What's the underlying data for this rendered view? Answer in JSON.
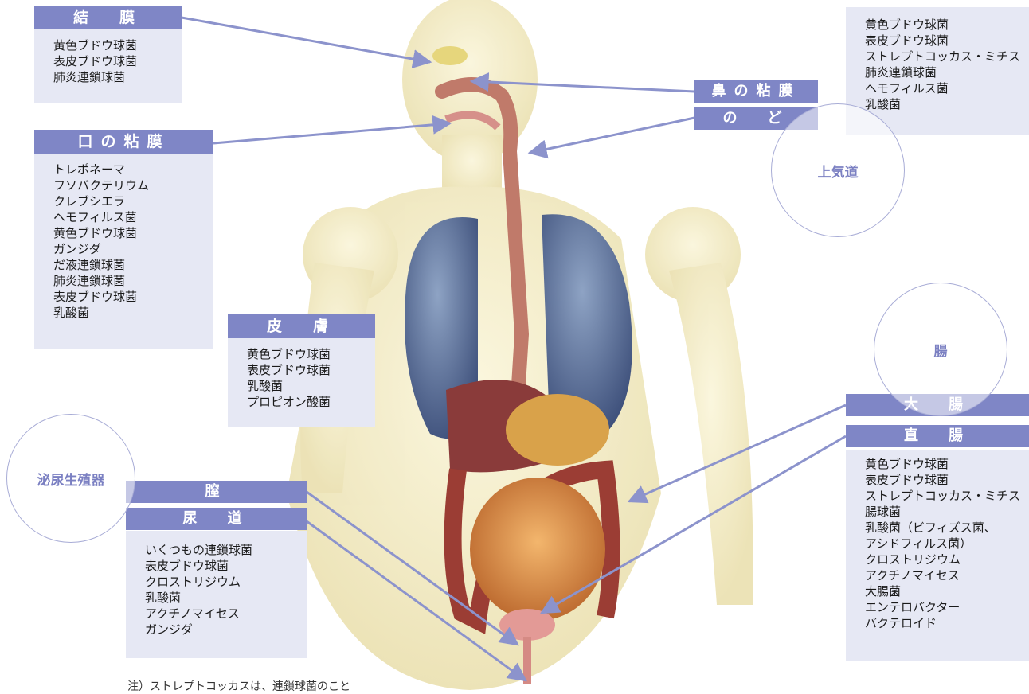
{
  "regions": {
    "conjunctiva": {
      "title": "結　膜",
      "items": [
        "黄色ブドウ球菌",
        "表皮ブドウ球菌",
        "肺炎連鎖球菌"
      ]
    },
    "mouth": {
      "title": "口の粘膜",
      "items": [
        "トレポネーマ",
        "フソバクテリウム",
        "クレブシエラ",
        "ヘモフィルス菌",
        "黄色ブドウ球菌",
        "ガンジダ",
        "だ液連鎖球菌",
        "肺炎連鎖球菌",
        "表皮ブドウ球菌",
        "乳酸菌"
      ]
    },
    "upper_airway": {
      "items": [
        "黄色ブドウ球菌",
        "表皮ブドウ球菌",
        "ストレプトコッカス・ミチス",
        "肺炎連鎖球菌",
        "ヘモフィルス菌",
        "乳酸菌"
      ]
    },
    "skin": {
      "title": "皮　膚",
      "items": [
        "黄色ブドウ球菌",
        "表皮ブドウ球菌",
        "乳酸菌",
        "プロピオン酸菌"
      ]
    },
    "urogenital": {
      "items": [
        "いくつもの連鎖球菌",
        "表皮ブドウ球菌",
        "クロストリジウム",
        "乳酸菌",
        "アクチノマイセス",
        "ガンジダ"
      ]
    },
    "intestine": {
      "items": [
        "黄色ブドウ球菌",
        "表皮ブドウ球菌",
        "ストレプトコッカス・ミチス",
        "腸球菌",
        "乳酸菌（ビフィズス菌、",
        "アシドフィルス菌）",
        "クロストリジウム",
        "アクチノマイセス",
        "大腸菌",
        "エンテロバクター",
        "バクテロイド"
      ]
    }
  },
  "tags": {
    "nasal": "鼻の粘膜",
    "throat": "の　ど",
    "large_intestine": "大　腸",
    "rectum": "直　腸",
    "vagina": "膣",
    "urethra": "尿　道"
  },
  "circles": {
    "upper_airway": "上気道",
    "intestine": "腸",
    "urogenital": "泌尿生殖器"
  },
  "footnote": "注）ストレプトコッカスは、連鎖球菌のこと",
  "colors": {
    "header": "#7f86c6",
    "box": "#e6e8f4",
    "line": "#8c93cc",
    "body": "#f2ecbf"
  }
}
